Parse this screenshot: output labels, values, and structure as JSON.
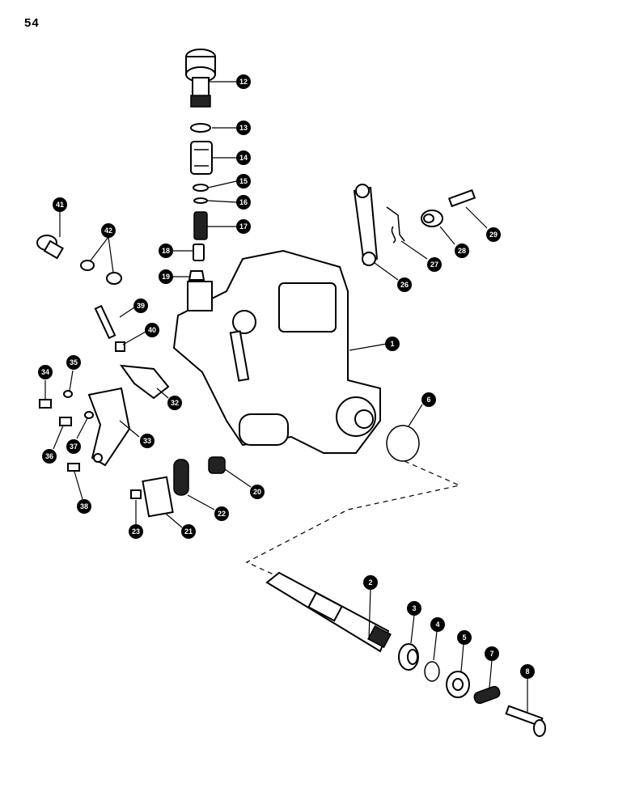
{
  "page": {
    "number": "54"
  },
  "callouts": [
    {
      "id": "1",
      "label": "1"
    },
    {
      "id": "2",
      "label": "2"
    },
    {
      "id": "3",
      "label": "3"
    },
    {
      "id": "4",
      "label": "4"
    },
    {
      "id": "5",
      "label": "5"
    },
    {
      "id": "6",
      "label": "6"
    },
    {
      "id": "7",
      "label": "7"
    },
    {
      "id": "8",
      "label": "8"
    },
    {
      "id": "12",
      "label": "12"
    },
    {
      "id": "13",
      "label": "13"
    },
    {
      "id": "14",
      "label": "14"
    },
    {
      "id": "15",
      "label": "15"
    },
    {
      "id": "16",
      "label": "16"
    },
    {
      "id": "17",
      "label": "17"
    },
    {
      "id": "18",
      "label": "18"
    },
    {
      "id": "19",
      "label": "19"
    },
    {
      "id": "20",
      "label": "20"
    },
    {
      "id": "21",
      "label": "21"
    },
    {
      "id": "22",
      "label": "22"
    },
    {
      "id": "23",
      "label": "23"
    },
    {
      "id": "26",
      "label": "26"
    },
    {
      "id": "27",
      "label": "27"
    },
    {
      "id": "28",
      "label": "28"
    },
    {
      "id": "29",
      "label": "29"
    },
    {
      "id": "32",
      "label": "32"
    },
    {
      "id": "33",
      "label": "33"
    },
    {
      "id": "34",
      "label": "34"
    },
    {
      "id": "35",
      "label": "35"
    },
    {
      "id": "36",
      "label": "36"
    },
    {
      "id": "37",
      "label": "37"
    },
    {
      "id": "38",
      "label": "38"
    },
    {
      "id": "39",
      "label": "39"
    },
    {
      "id": "40",
      "label": "40"
    },
    {
      "id": "41",
      "label": "41"
    },
    {
      "id": "42",
      "label": "42"
    }
  ]
}
